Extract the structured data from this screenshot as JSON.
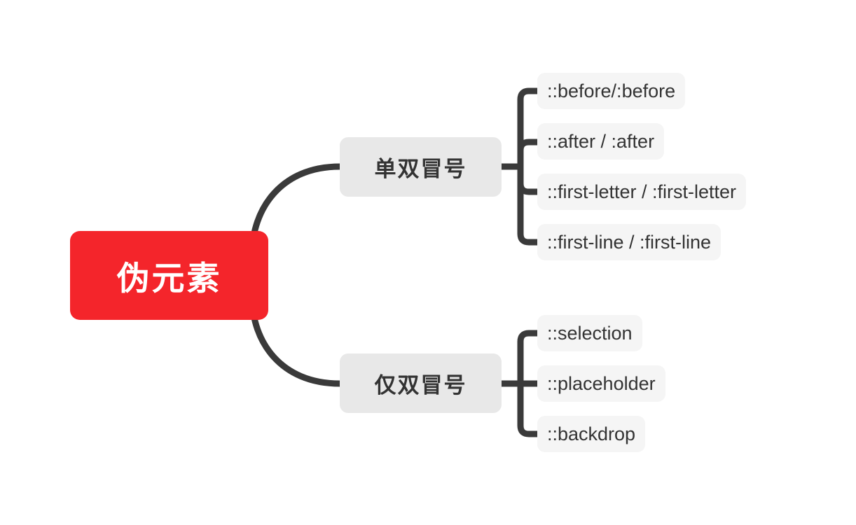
{
  "diagram": {
    "type": "mind-map",
    "title": "伪元素",
    "colors": {
      "root_bg": "#F4252B",
      "root_text": "#FFFFFF",
      "branch_bg": "#E8E8E8",
      "branch_text": "#333333",
      "leaf_bg": "#F5F5F5",
      "leaf_text": "#333333",
      "connector": "#3A3A3A",
      "canvas_bg": "#FFFFFF"
    },
    "root": {
      "label": "伪元素"
    },
    "branches": [
      {
        "label": "单双冒号",
        "children": [
          {
            "label": "::before/:before"
          },
          {
            "label": "::after / :after"
          },
          {
            "label": "::first-letter / :first-letter"
          },
          {
            "label": "::first-line / :first-line"
          }
        ]
      },
      {
        "label": "仅双冒号",
        "children": [
          {
            "label": "::selection"
          },
          {
            "label": "::placeholder"
          },
          {
            "label": "::backdrop"
          }
        ]
      }
    ]
  }
}
